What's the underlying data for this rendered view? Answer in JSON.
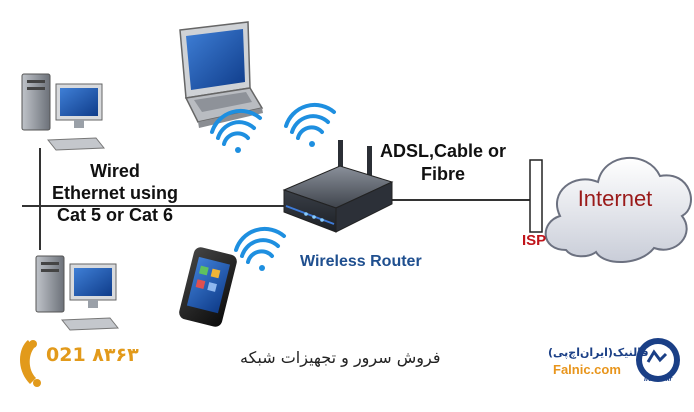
{
  "labels": {
    "wired": [
      "Wired",
      "Ethernet using",
      "Cat 5 or Cat 6"
    ],
    "adsl": [
      "ADSL,Cable or",
      "Fibre"
    ],
    "router": "Wireless Router",
    "isp": "ISP",
    "internet": "Internet"
  },
  "footer": {
    "phone": "021 ۸۳۶۳",
    "slogan": "فروش سرور و تجهیزات شبکه",
    "brand_fa": "فالنیک(ایران‌اچ‌پی)",
    "brand_en": "Falnic.com",
    "logo_text": "IranHP.ir"
  },
  "colors": {
    "wifi": "#1e8fe0",
    "router_blue": "#1f4f8f",
    "isp_red": "#c0141a",
    "phone_orange": "#e29a1b"
  },
  "icons": [
    "desktop-computer-icon",
    "laptop-icon",
    "wifi-signal-icon",
    "router-icon",
    "smartphone-icon",
    "cloud-icon",
    "phone-handset-icon",
    "logo-icon"
  ]
}
